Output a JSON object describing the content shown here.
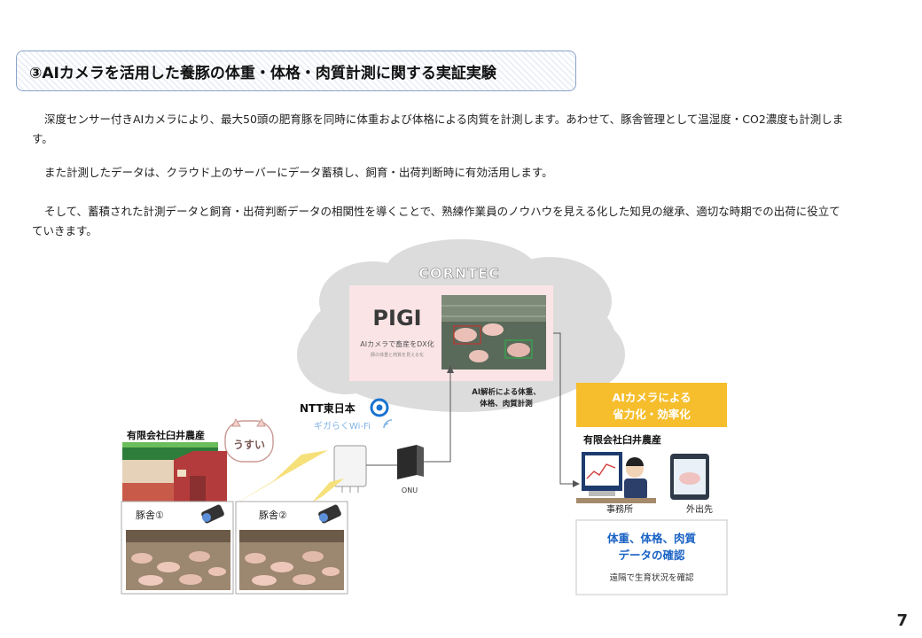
{
  "title": "③AIカメラを活用した養豚の体重・体格・肉質計測に関する実証実験",
  "paragraphs": [
    "深度センサー付きAIカメラにより、最大50頭の肥育豚を同時に体重および体格による肉質を計測します。あわせて、豚舎管理として温湿度・CO2濃度も計測します。",
    "また計測したデータは、クラウド上のサーバーにデータ蓄積し、飼育・出荷判断時に有効活用します。",
    "そして、蓄積された計測データと飼育・出荷判断データの相関性を導くことで、熟練作業員のノウハウを見える化した知見の継承、適切な時期での出荷に役立てていきます。"
  ],
  "diagram": {
    "cloud_brand": "CORNTEC",
    "app_name": "PIGI",
    "app_tagline": "AIカメラで畜産をDX化",
    "app_subtagline": "豚の体重と肉質を見える化",
    "ai_analysis_line1": "AI解析による体重、",
    "ai_analysis_line2": "体格、肉質計測",
    "ntt_label": "NTT東日本",
    "wifi_label": "ギガらくWi-Fi",
    "farm_name": "有限会社臼井農産",
    "farm_mascot": "うすい",
    "onu_label": "ONU",
    "barn1_label": "豚舎①",
    "barn2_label": "豚舎②",
    "efficiency_line1": "AIカメラによる",
    "efficiency_line2": "省力化・効率化",
    "office_company": "有限会社臼井農産",
    "office_label": "事務所",
    "outside_label": "外出先",
    "confirm_line1": "体重、体格、肉質",
    "confirm_line2": "データの確認",
    "remote_label": "遠隔で生育状況を確認"
  },
  "page_number": "7",
  "colors": {
    "title_border": "#8aa2c8",
    "cloud_fill": "#dcdcdc",
    "pigi_bg": "#fbe4e6",
    "efficiency_bg": "#f6be2c",
    "confirm_text": "#1a62c4",
    "barn_red": "#b43b3b"
  }
}
